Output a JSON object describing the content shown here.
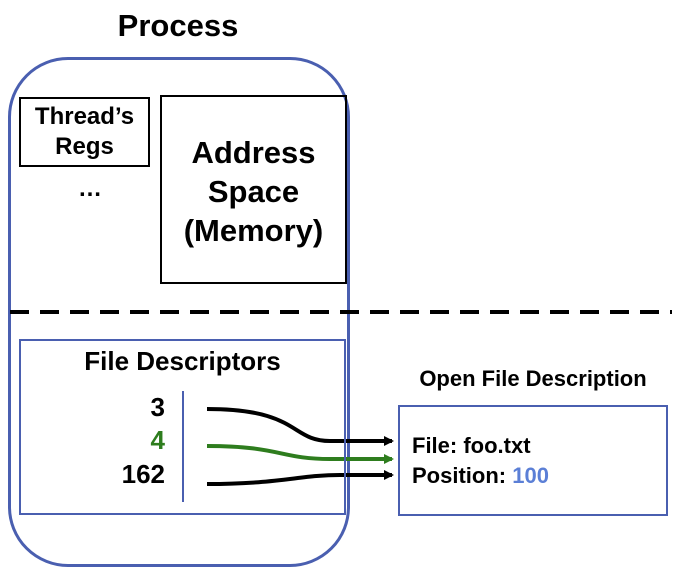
{
  "process": {
    "title": "Process",
    "regs_line1": "Thread’s",
    "regs_line2": "Regs",
    "ellipsis": "…",
    "address_line1": "Address",
    "address_line2": "Space",
    "address_line3": "(Memory)"
  },
  "file_descriptors": {
    "title": "File Descriptors",
    "items": [
      {
        "value": "3",
        "color": "#000000"
      },
      {
        "value": "4",
        "color": "#2e7d1e"
      },
      {
        "value": "162",
        "color": "#000000"
      }
    ]
  },
  "open_file_description": {
    "title": "Open File Description",
    "file_label": "File: foo.txt",
    "position_label": "Position: ",
    "position_value": "100",
    "position_value_color": "#5b7fd6"
  },
  "colors": {
    "box_border": "#4a5fb0",
    "arrow_black": "#000000",
    "arrow_green": "#2e7d1e"
  }
}
